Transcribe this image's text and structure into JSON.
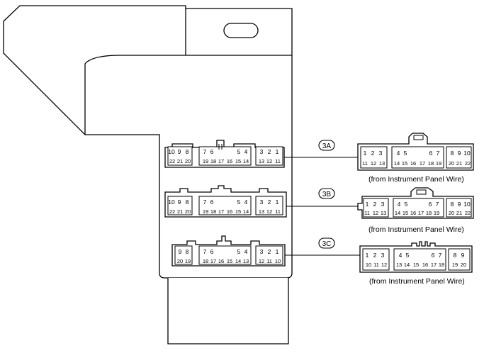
{
  "connectors": [
    {
      "id": "3A",
      "code_text": "3A",
      "caption": "(from Instrument Panel Wire)",
      "block_top": [
        "10",
        "9",
        "8",
        "7",
        "6",
        "5",
        "4",
        "3",
        "2",
        "1"
      ],
      "block_bottom": [
        "22",
        "21",
        "20",
        "19",
        "18",
        "17",
        "16",
        "15",
        "14",
        "13",
        "12",
        "11"
      ],
      "plug_top": [
        "1",
        "2",
        "3",
        "4",
        "5",
        "6",
        "7",
        "8",
        "9",
        "10"
      ],
      "plug_bottom": [
        "11",
        "12",
        "13",
        "14",
        "15",
        "16",
        "17",
        "18",
        "19",
        "20",
        "21",
        "22"
      ]
    },
    {
      "id": "3B",
      "code_text": "3B",
      "caption": "(from Instrument Panel Wire)",
      "block_top": [
        "10",
        "9",
        "8",
        "7",
        "6",
        "5",
        "4",
        "3",
        "2",
        "1"
      ],
      "block_bottom": [
        "22",
        "21",
        "20",
        "19",
        "18",
        "17",
        "16",
        "15",
        "14",
        "13",
        "12",
        "11"
      ],
      "plug_top": [
        "1",
        "2",
        "3",
        "4",
        "5",
        "6",
        "7",
        "8",
        "9",
        "10"
      ],
      "plug_bottom": [
        "11",
        "12",
        "13",
        "14",
        "15",
        "16",
        "17",
        "18",
        "19",
        "20",
        "21",
        "22"
      ]
    },
    {
      "id": "3C",
      "code_text": "3C",
      "caption": "(from Instrument Panel Wire)",
      "block_top": [
        "9",
        "8",
        "7",
        "6",
        "5",
        "4",
        "3",
        "2",
        "1"
      ],
      "block_bottom": [
        "20",
        "19",
        "18",
        "17",
        "16",
        "15",
        "14",
        "13",
        "12",
        "11",
        "10"
      ],
      "plug_top": [
        "1",
        "2",
        "3",
        "4",
        "5",
        "6",
        "7",
        "8",
        "9"
      ],
      "plug_bottom": [
        "10",
        "11",
        "12",
        "13",
        "14",
        "15",
        "16",
        "17",
        "18",
        "19",
        "20"
      ]
    }
  ]
}
